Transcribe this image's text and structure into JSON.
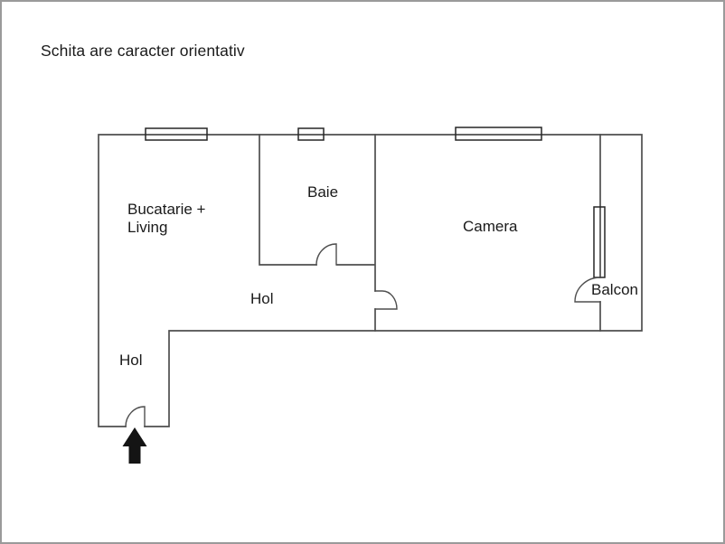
{
  "page": {
    "title": "Schita are caracter orientativ"
  },
  "rooms": [
    {
      "id": "bucatarie-living",
      "lines": [
        "Bucatarie +",
        "Living"
      ]
    },
    {
      "id": "baie",
      "label": "Baie"
    },
    {
      "id": "camera",
      "label": "Camera"
    },
    {
      "id": "hol",
      "label": "Hol"
    },
    {
      "id": "hol-entrance",
      "label": "Hol"
    },
    {
      "id": "balcon",
      "label": "Balcon"
    }
  ],
  "entrance": {
    "marker": "up-arrow"
  },
  "colors": {
    "wall": "#4f4f4f",
    "window_frame": "#262626",
    "text": "#1a1a1a",
    "arrow": "#141414",
    "page_border": "#9a9a9a",
    "background": "#ffffff"
  }
}
